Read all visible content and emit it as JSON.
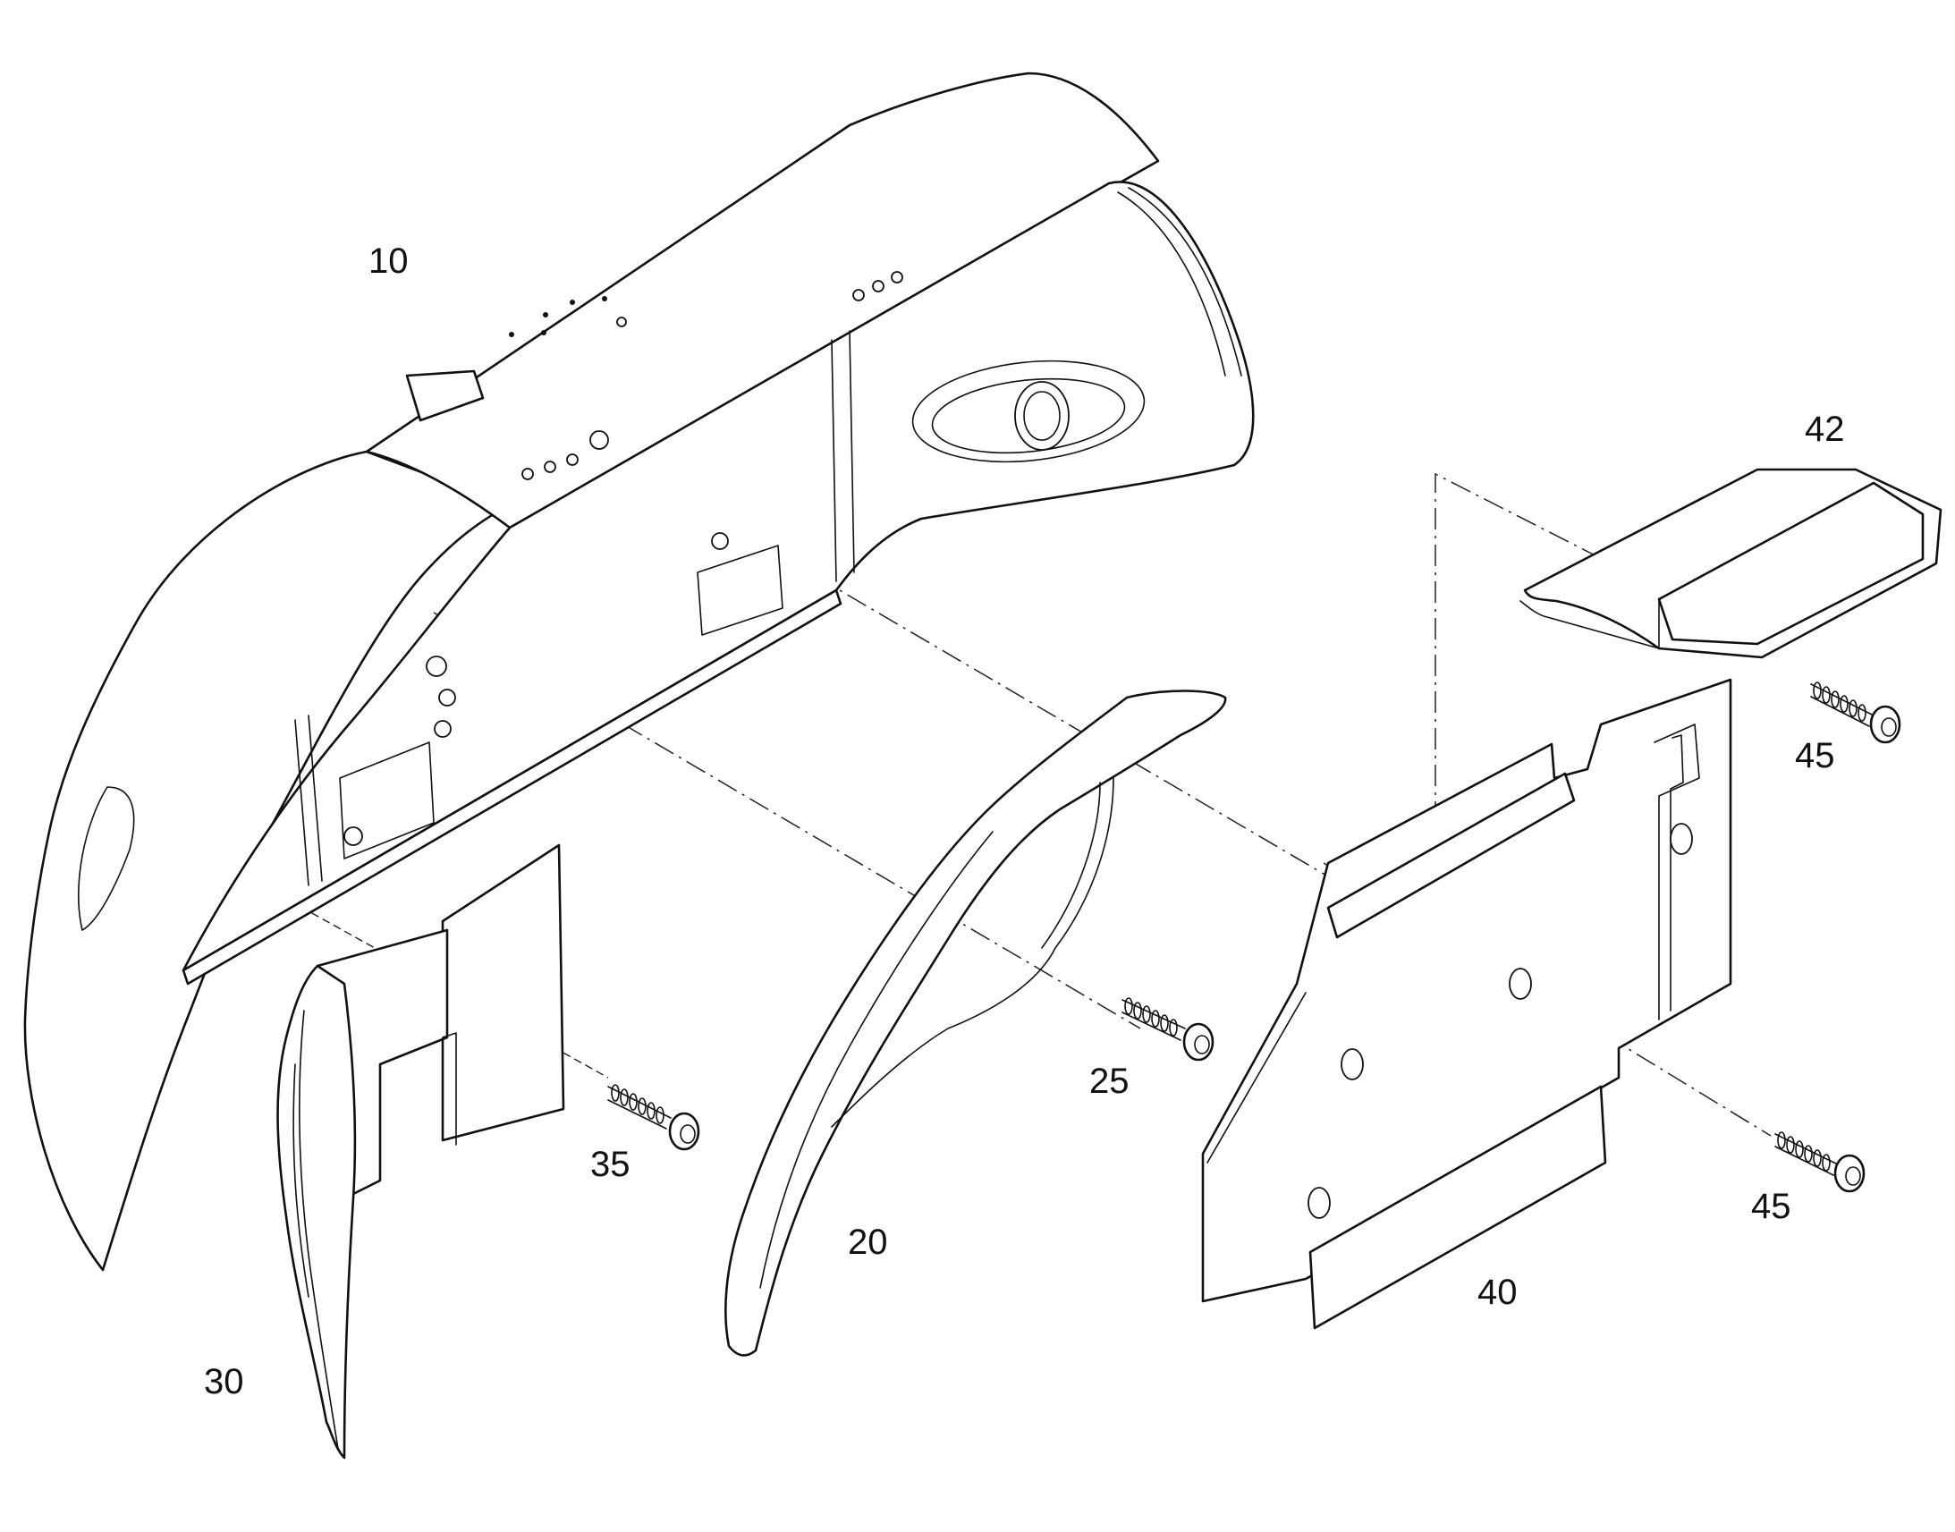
{
  "callouts": {
    "c10": "10",
    "c20": "20",
    "c25": "25",
    "c30": "30",
    "c35": "35",
    "c40": "40",
    "c42": "42",
    "c45_upper": "45",
    "c45_lower": "45"
  }
}
